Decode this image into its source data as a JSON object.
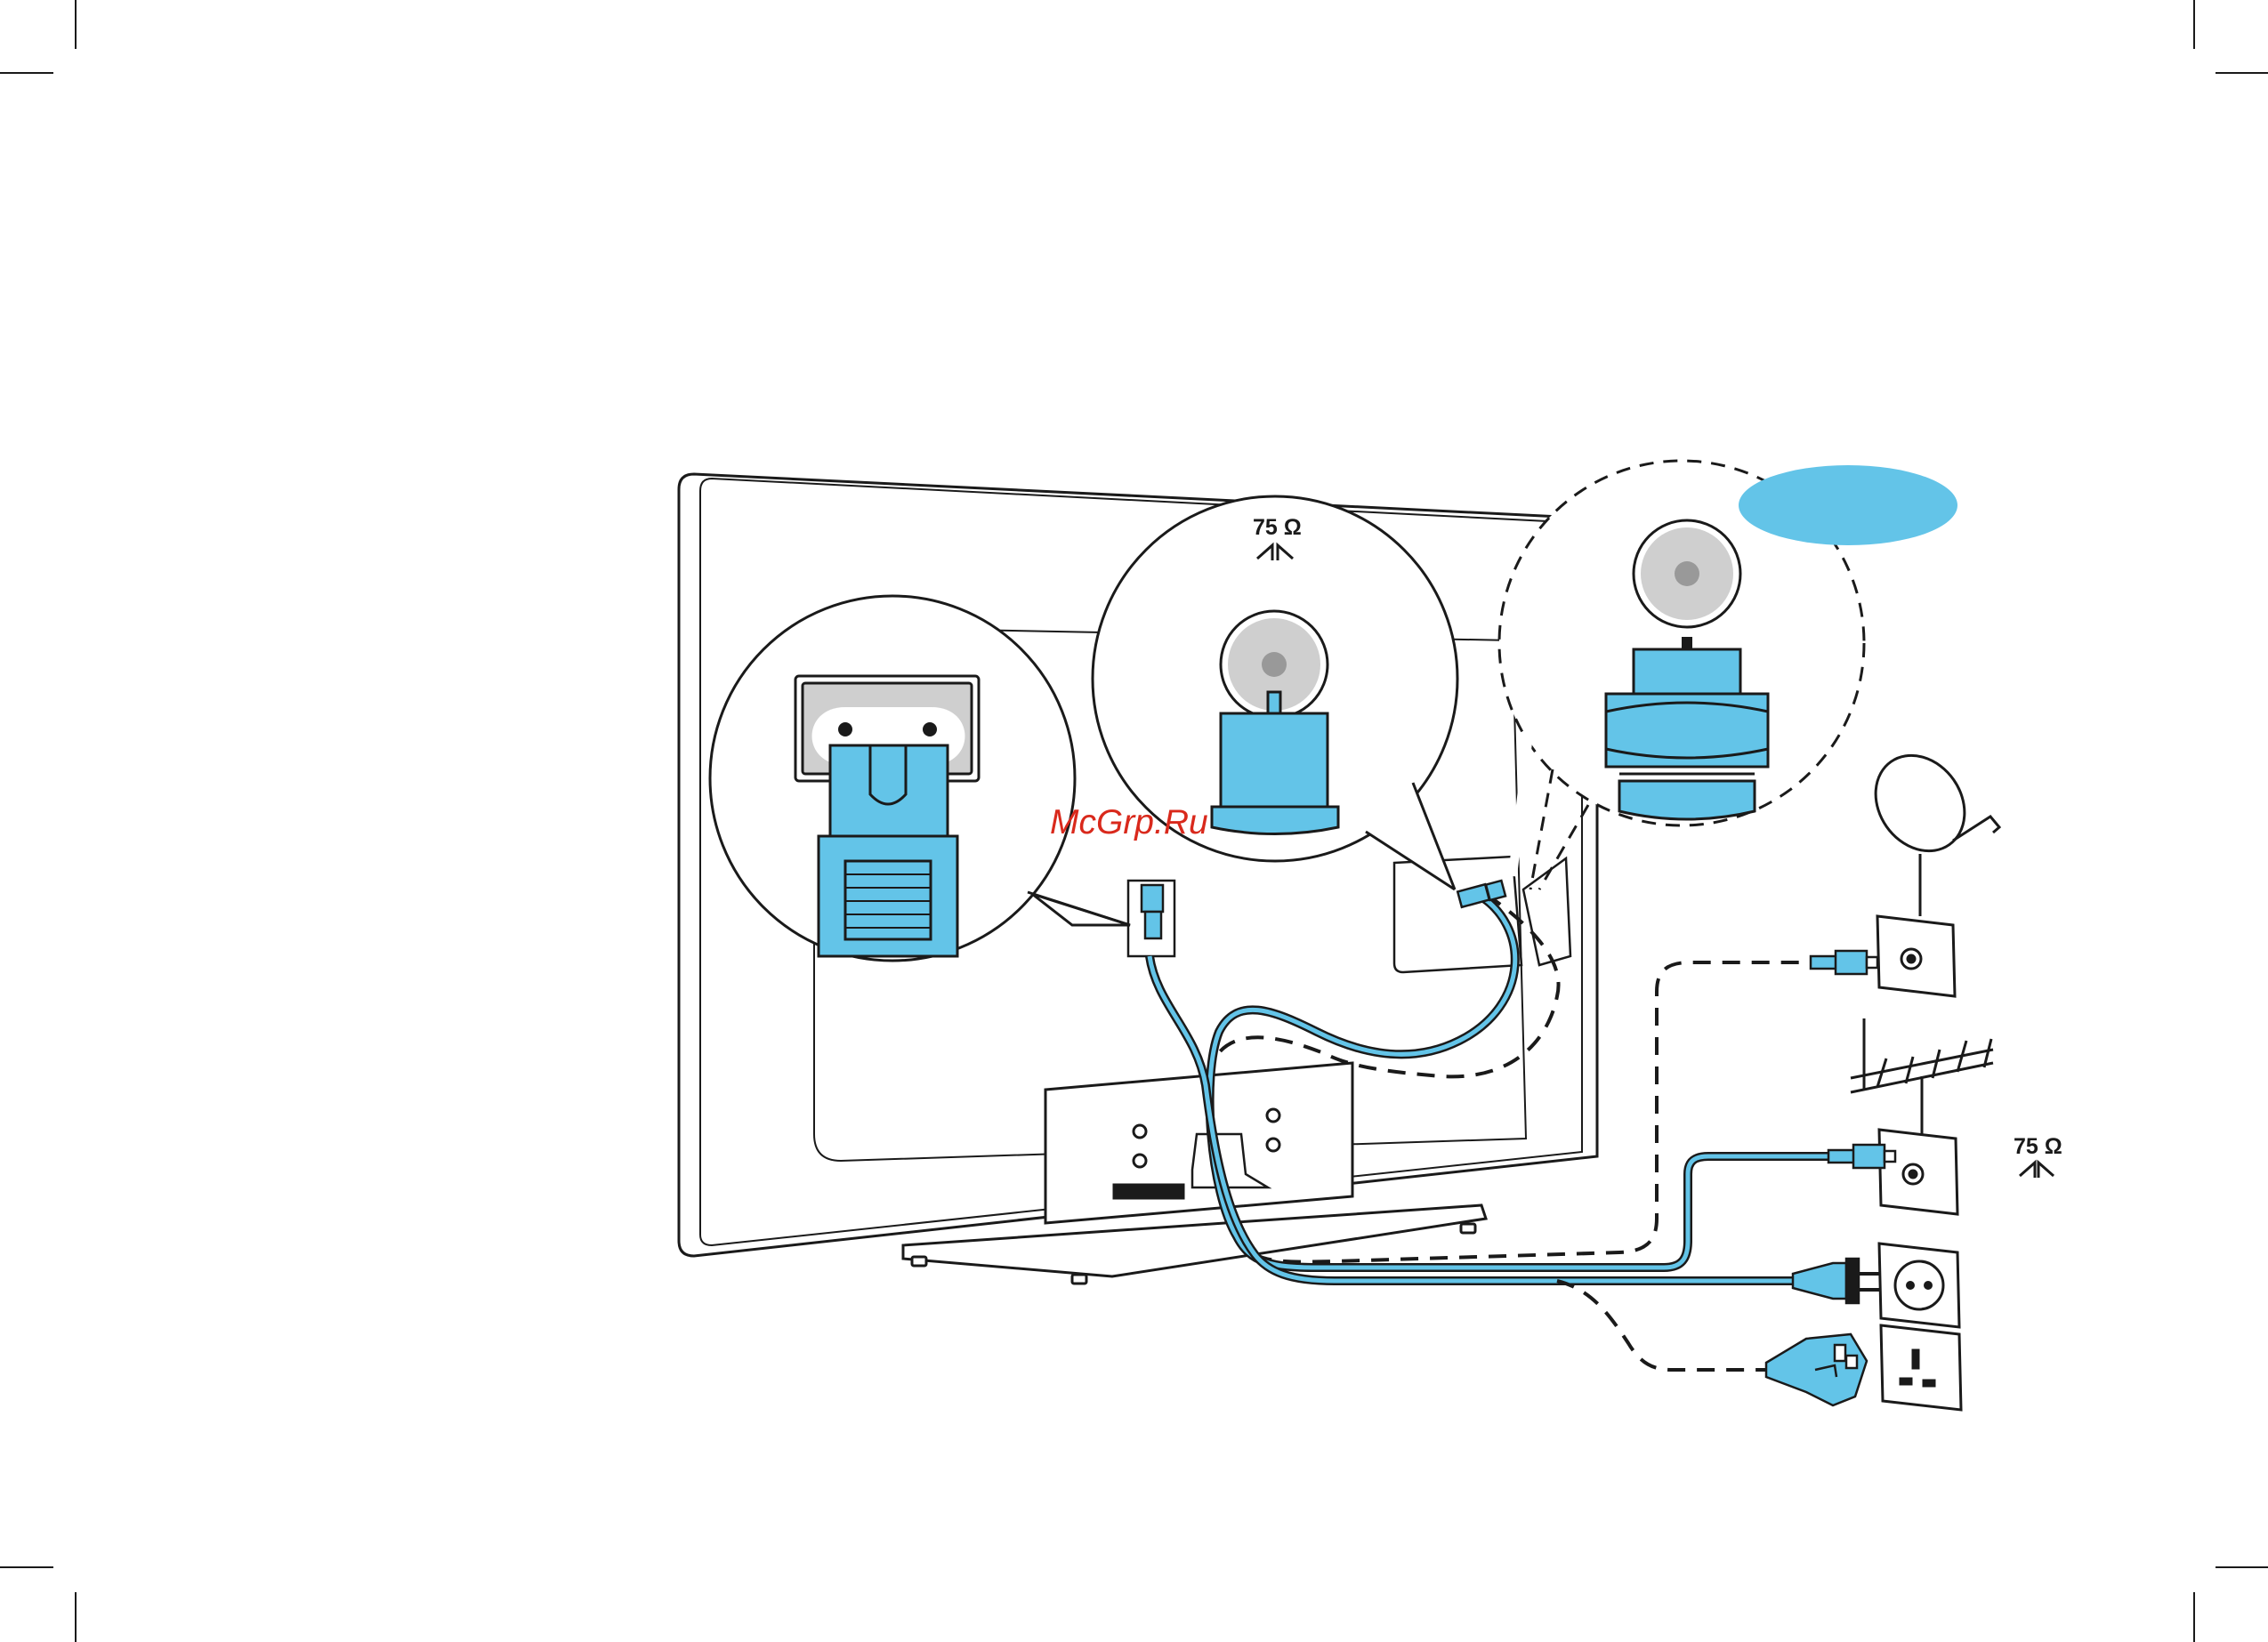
{
  "watermark": "McGrp.Ru",
  "labels": {
    "impedance_top": "75 Ω",
    "impedance_side": "75 Ω"
  },
  "colors": {
    "accent_blue": "#63c4e8",
    "socket_grey": "#cfcfcf",
    "line": "#1a1a1a",
    "cable_blue": "#2a9fd0",
    "watermark_red": "#d9291c"
  },
  "icons": {
    "mains_socket": "figure-8-power-socket-icon",
    "antenna_socket": "coax-antenna-input-icon",
    "satellite": "satellite-dish-icon",
    "aerial": "terrestrial-aerial-icon",
    "eu_plug": "eu-power-plug-icon",
    "uk_plug": "uk-power-plug-icon",
    "coax_symbol": "coax-75-ohm-symbol-icon"
  }
}
